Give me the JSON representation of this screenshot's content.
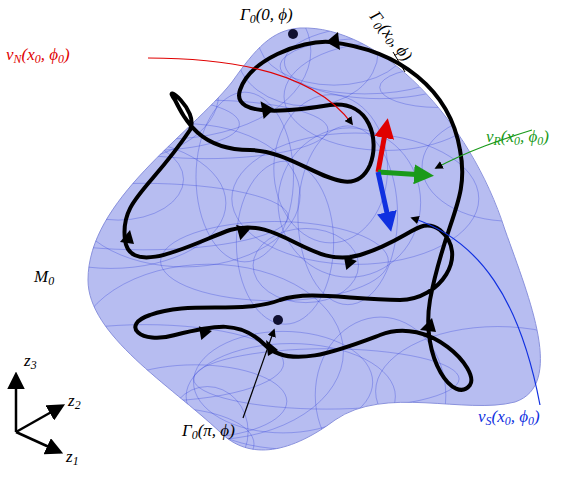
{
  "diagram": {
    "labels": [
      "Γ0(0, ϕ)",
      "Γ0(x0, ϕ)",
      "vN(x0, ϕ0)",
      "vR(x0, ϕ0)",
      "vS(x0, ϕ0)",
      "M0",
      "Γ0(π, ϕ)",
      "z3",
      "z2",
      "z1"
    ]
  }
}
